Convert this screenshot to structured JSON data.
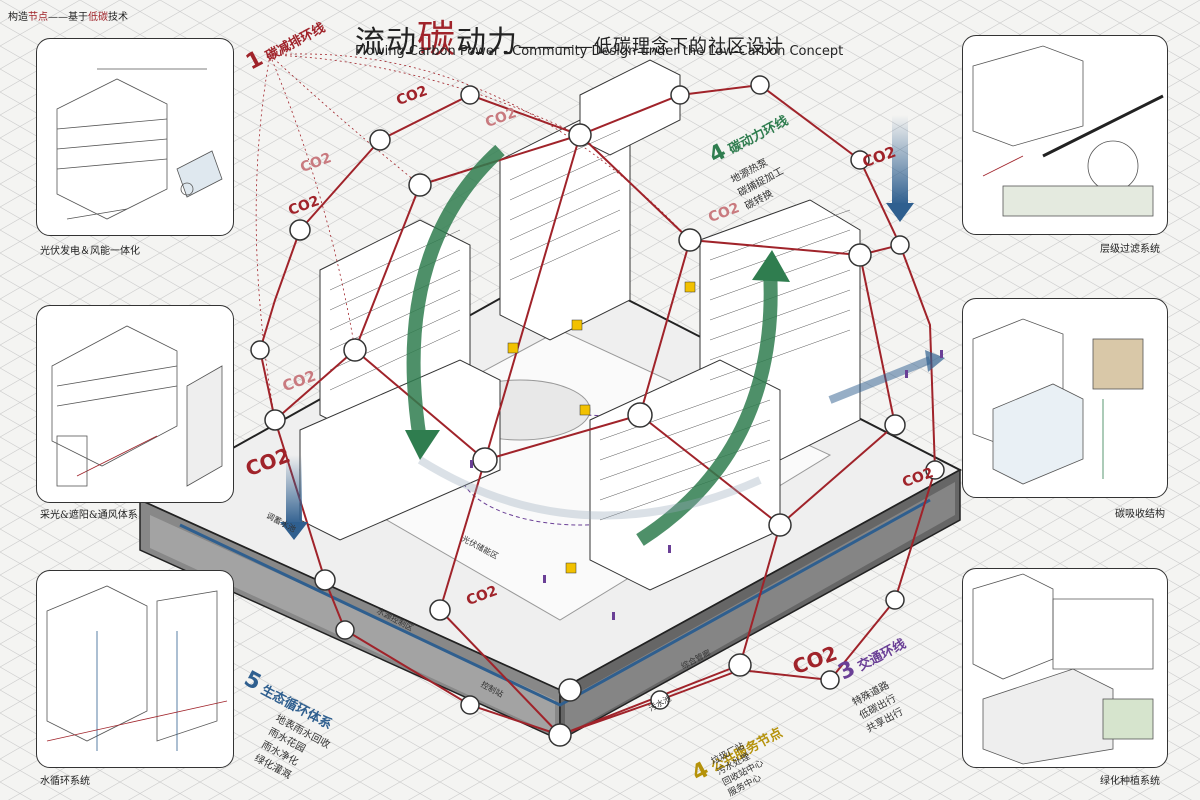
{
  "header": {
    "corner_prefix": "构造",
    "corner_highlight": "节点",
    "corner_dash": "——基于",
    "corner_highlight2": "低碳",
    "corner_suffix": "技术",
    "title_part1": "流动",
    "title_highlight": "碳",
    "title_part2": "动力",
    "title_dash": "————",
    "title_sub": "低碳理念下的社区设计",
    "title_en": "Flowing Carbon Power - Community Design under the Low-Carbon Concept"
  },
  "panels": {
    "top_left_caption": "光伏发电＆风能一体化",
    "mid_left_caption": "采光&遮阳&通风体系",
    "bottom_left_caption": "水循环系统",
    "top_right_caption": "层级过滤系统",
    "mid_right_caption": "碳吸收结构",
    "bottom_right_caption": "绿化种植系统"
  },
  "loops": {
    "loop1": {
      "num": "1",
      "label": "碳减排环线"
    },
    "loop2": {
      "num": "4",
      "label": "碳动力环线",
      "items": [
        "地源热泵",
        "碳捕捉加工",
        "碳转换"
      ]
    },
    "loop3": {
      "num": "3",
      "label": "交通环线",
      "items": [
        "特殊道路",
        "低碳出行",
        "共享出行"
      ]
    },
    "loop4": {
      "num": "4",
      "label": "公共服务节点",
      "items": [
        "垃圾厂站",
        "污水处理",
        "回收站中心",
        "服务中心"
      ]
    },
    "loop5": {
      "num": "5",
      "label": "生态循环体系",
      "items": [
        "地表雨水回收",
        "雨水花园",
        "雨水净化",
        "绿化灌溉"
      ]
    }
  },
  "co2_label": "CO2",
  "underground_labels": [
    "光伏储能区",
    "水源控制区",
    "控制站",
    "综合管廊",
    "污水池",
    "调蓄水池"
  ],
  "colors": {
    "accent_red": "#a0232a",
    "blue": "#2f5f8f",
    "green": "#2f7d4f",
    "purple": "#6a3f96",
    "yellow": "#f2c100"
  }
}
